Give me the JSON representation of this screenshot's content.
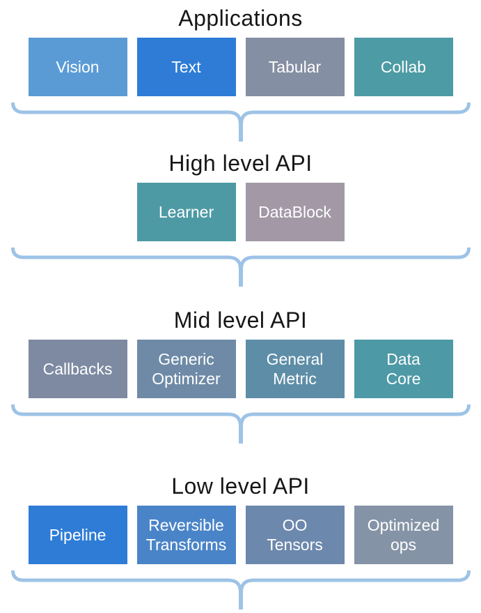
{
  "colors": {
    "title_text": "#161616",
    "box_text": "#ffffff",
    "brace": "#9dc3e6"
  },
  "layers": [
    {
      "title": "Applications",
      "boxes": [
        {
          "label": "Vision",
          "color": "#5b9bd5"
        },
        {
          "label": "Text",
          "color": "#2e7cd6"
        },
        {
          "label": "Tabular",
          "color": "#858fa3"
        },
        {
          "label": "Collab",
          "color": "#4d9ba4"
        }
      ]
    },
    {
      "title": "High level API",
      "boxes": [
        {
          "label": "Learner",
          "color": "#4e9aa4"
        },
        {
          "label": "DataBlock",
          "color": "#a298a6"
        }
      ]
    },
    {
      "title": "Mid level API",
      "boxes": [
        {
          "label": "Callbacks",
          "color": "#7d8aa1"
        },
        {
          "label": "Generic\nOptimizer",
          "color": "#6e8aa6"
        },
        {
          "label": "General\nMetric",
          "color": "#5e8ea7"
        },
        {
          "label": "Data\nCore",
          "color": "#4e99a6"
        }
      ]
    },
    {
      "title": "Low level API",
      "boxes": [
        {
          "label": "Pipeline",
          "color": "#2e7cd6"
        },
        {
          "label": "Reversible\nTransforms",
          "color": "#4a84c8"
        },
        {
          "label": "OO\nTensors",
          "color": "#6d88ad"
        },
        {
          "label": "Optimized\nops",
          "color": "#8593a6"
        }
      ]
    }
  ]
}
